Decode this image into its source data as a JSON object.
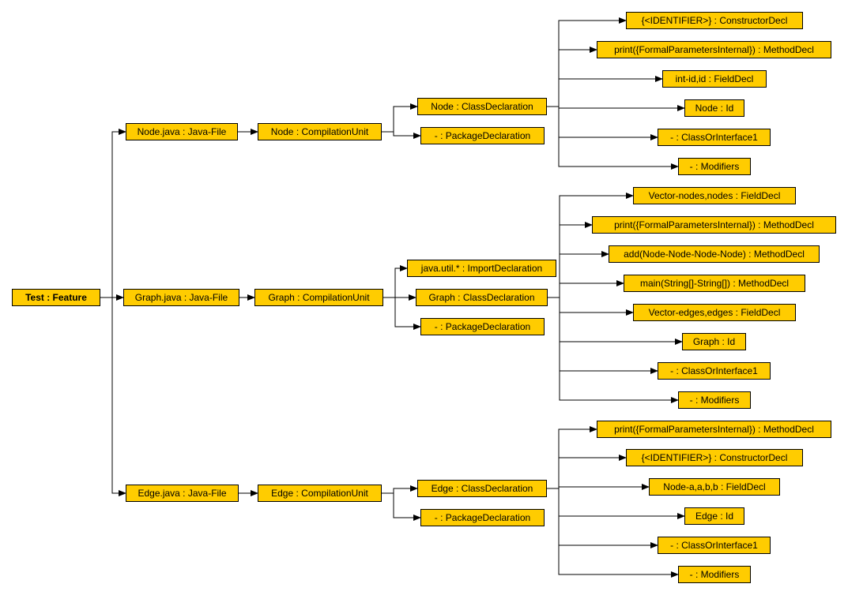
{
  "diagram": {
    "node_color": "#ffcc00",
    "border_color": "#000000",
    "edge_color": "#000000",
    "nodes": [
      {
        "id": "root",
        "label": "Test : Feature"
      },
      {
        "id": "node_file",
        "label": "Node.java : Java-File"
      },
      {
        "id": "graph_file",
        "label": "Graph.java : Java-File"
      },
      {
        "id": "edge_file",
        "label": "Edge.java : Java-File"
      },
      {
        "id": "node_cu",
        "label": "Node : CompilationUnit"
      },
      {
        "id": "graph_cu",
        "label": "Graph : CompilationUnit"
      },
      {
        "id": "edge_cu",
        "label": "Edge : CompilationUnit"
      },
      {
        "id": "node_cd",
        "label": "Node : ClassDeclaration"
      },
      {
        "id": "node_pd",
        "label": "- : PackageDeclaration"
      },
      {
        "id": "graph_imp",
        "label": "java.util.* : ImportDeclaration"
      },
      {
        "id": "graph_cd",
        "label": "Graph : ClassDeclaration"
      },
      {
        "id": "graph_pd",
        "label": "- : PackageDeclaration"
      },
      {
        "id": "edge_cd",
        "label": "Edge : ClassDeclaration"
      },
      {
        "id": "edge_pd",
        "label": "- : PackageDeclaration"
      },
      {
        "id": "n1",
        "label": "{<IDENTIFIER>} : ConstructorDecl"
      },
      {
        "id": "n2",
        "label": "print({FormalParametersInternal}) : MethodDecl"
      },
      {
        "id": "n3",
        "label": "int-id,id : FieldDecl"
      },
      {
        "id": "n4",
        "label": "Node : Id"
      },
      {
        "id": "n5",
        "label": "- : ClassOrInterface1"
      },
      {
        "id": "n6",
        "label": "- : Modifiers"
      },
      {
        "id": "g1",
        "label": "Vector-nodes,nodes : FieldDecl"
      },
      {
        "id": "g2",
        "label": "print({FormalParametersInternal}) : MethodDecl"
      },
      {
        "id": "g3",
        "label": "add(Node-Node-Node-Node) : MethodDecl"
      },
      {
        "id": "g4",
        "label": "main(String[]-String[]) : MethodDecl"
      },
      {
        "id": "g5",
        "label": "Vector-edges,edges : FieldDecl"
      },
      {
        "id": "g6",
        "label": "Graph : Id"
      },
      {
        "id": "g7",
        "label": "- : ClassOrInterface1"
      },
      {
        "id": "g8",
        "label": "- : Modifiers"
      },
      {
        "id": "e1",
        "label": "print({FormalParametersInternal}) : MethodDecl"
      },
      {
        "id": "e2",
        "label": "{<IDENTIFIER>} : ConstructorDecl"
      },
      {
        "id": "e3",
        "label": "Node-a,a,b,b : FieldDecl"
      },
      {
        "id": "e4",
        "label": "Edge : Id"
      },
      {
        "id": "e5",
        "label": "- : ClassOrInterface1"
      },
      {
        "id": "e6",
        "label": "- : Modifiers"
      }
    ],
    "edges": [
      [
        "root",
        "node_file"
      ],
      [
        "root",
        "graph_file"
      ],
      [
        "root",
        "edge_file"
      ],
      [
        "node_file",
        "node_cu"
      ],
      [
        "graph_file",
        "graph_cu"
      ],
      [
        "edge_file",
        "edge_cu"
      ],
      [
        "node_cu",
        "node_cd"
      ],
      [
        "node_cu",
        "node_pd"
      ],
      [
        "graph_cu",
        "graph_imp"
      ],
      [
        "graph_cu",
        "graph_cd"
      ],
      [
        "graph_cu",
        "graph_pd"
      ],
      [
        "edge_cu",
        "edge_cd"
      ],
      [
        "edge_cu",
        "edge_pd"
      ],
      [
        "node_cd",
        "n1"
      ],
      [
        "node_cd",
        "n2"
      ],
      [
        "node_cd",
        "n3"
      ],
      [
        "node_cd",
        "n4"
      ],
      [
        "node_cd",
        "n5"
      ],
      [
        "node_cd",
        "n6"
      ],
      [
        "graph_cd",
        "g1"
      ],
      [
        "graph_cd",
        "g2"
      ],
      [
        "graph_cd",
        "g3"
      ],
      [
        "graph_cd",
        "g4"
      ],
      [
        "graph_cd",
        "g5"
      ],
      [
        "graph_cd",
        "g6"
      ],
      [
        "graph_cd",
        "g7"
      ],
      [
        "graph_cd",
        "g8"
      ],
      [
        "edge_cd",
        "e1"
      ],
      [
        "edge_cd",
        "e2"
      ],
      [
        "edge_cd",
        "e3"
      ],
      [
        "edge_cd",
        "e4"
      ],
      [
        "edge_cd",
        "e5"
      ],
      [
        "edge_cd",
        "e6"
      ]
    ]
  }
}
